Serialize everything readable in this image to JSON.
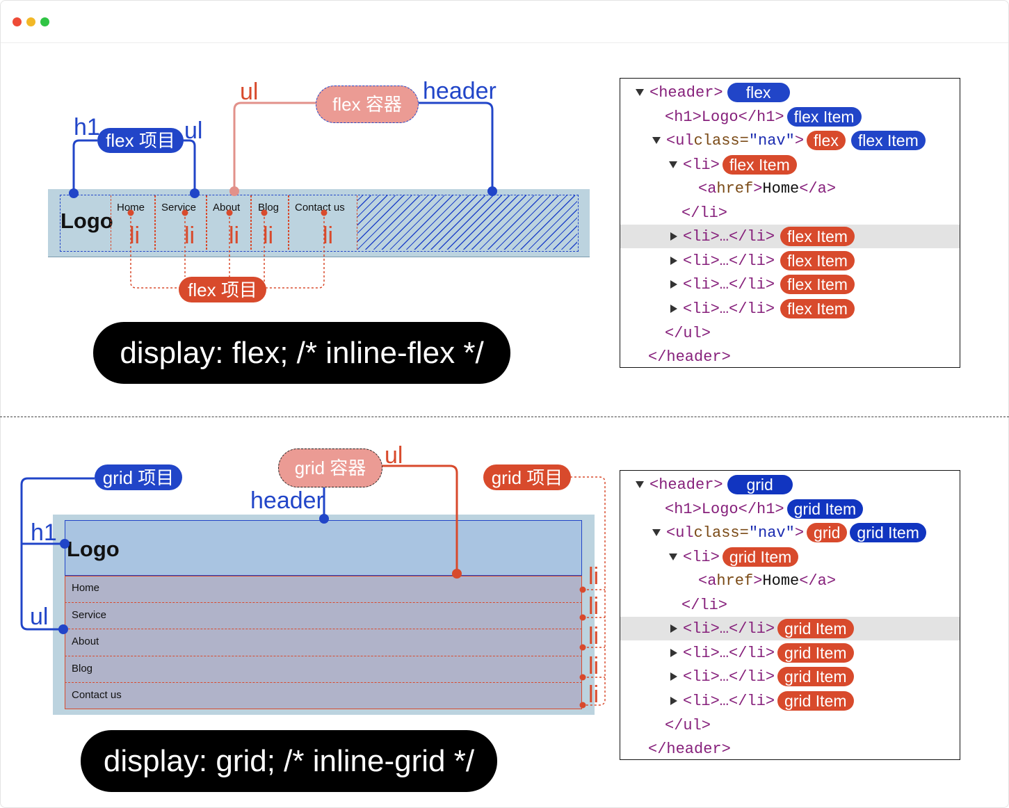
{
  "window": {
    "dots": [
      {
        "name": "close",
        "color": "#ee4b37"
      },
      {
        "name": "minimize",
        "color": "#f2b827"
      },
      {
        "name": "maximize",
        "color": "#30c444"
      }
    ]
  },
  "flex_section": {
    "labels": {
      "h1": "h1",
      "ul_left": "ul",
      "ul_top": "ul",
      "header": "header"
    },
    "pill_container": "flex 容器",
    "pill_item_top": "flex 项目",
    "pill_item_bottom": "flex 项目",
    "logo": "Logo",
    "nav": [
      "Home",
      "Service",
      "About",
      "Blog",
      "Contact us"
    ],
    "li_label": "li",
    "code": "display: flex; /*  inline-flex  */"
  },
  "grid_section": {
    "labels": {
      "h1": "h1",
      "ul_left": "ul",
      "ul_top": "ul",
      "header": "header"
    },
    "pill_container": "grid 容器",
    "pill_item_left": "grid 项目",
    "pill_item_right": "grid 项目",
    "logo": "Logo",
    "nav": [
      "Home",
      "Service",
      "About",
      "Blog",
      "Contact us"
    ],
    "li_label": "li",
    "code": "display: grid; /*  inline-grid  */"
  },
  "devtools_flex": {
    "header_open": "<header>",
    "header_badge": "flex",
    "h1_line": "<h1>Logo</h1>",
    "h1_badge": "flex Item",
    "ul_open_tag": "<ul ",
    "ul_attr": "class=",
    "ul_value": "\"nav\"",
    "ul_close_bracket": ">",
    "ul_badge_1": "flex",
    "ul_badge_2": "flex Item",
    "li_open": "<li>",
    "li_badge": "flex Item",
    "a_open": "<a ",
    "a_attr": "href",
    "a_bracket": ">",
    "a_text": "Home",
    "a_close": "</a>",
    "li_close": "</li>",
    "li_collapsed": "<li>…</li>",
    "collapsed_badge": "flex Item",
    "ul_close": "</ul>",
    "header_close": "</header>"
  },
  "devtools_grid": {
    "header_open": "<header>",
    "header_badge": "grid",
    "h1_line": "<h1>Logo</h1>",
    "h1_badge": "grid Item",
    "ul_open_tag": "<ul ",
    "ul_attr": "class=",
    "ul_value": "\"nav\"",
    "ul_close_bracket": ">",
    "ul_badge_1": "grid",
    "ul_badge_2": "grid Item",
    "li_open": "<li>",
    "li_badge": "grid Item",
    "a_open": "<a ",
    "a_attr": "href",
    "a_bracket": ">",
    "a_text": "Home",
    "a_close": "</a>",
    "li_close": "</li>",
    "li_collapsed": "<li>…</li>",
    "collapsed_badge": "grid Item",
    "ul_close": "</ul>",
    "header_close": "</header>"
  },
  "colors": {
    "blue": "#2145c8",
    "red": "#d84a2c",
    "pink": "#eb9b94",
    "header_bg": "#bcd3df"
  }
}
